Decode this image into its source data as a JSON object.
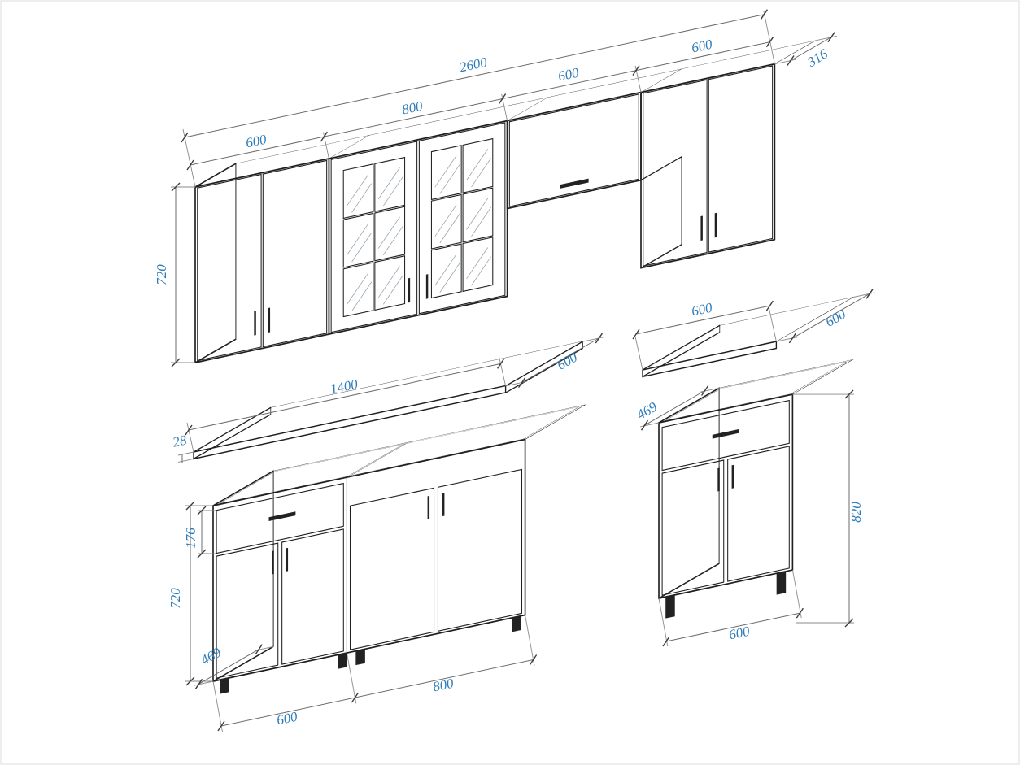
{
  "diagram": {
    "type": "kitchen-cabinet-set-technical-drawing",
    "units": "mm",
    "wall": {
      "total": "2600",
      "sections": [
        "600",
        "800",
        "600",
        "600"
      ],
      "depth": "316",
      "height": "720"
    },
    "base": {
      "top_length": "1400",
      "top_depth": "600",
      "top_thickness": "28",
      "height": "720",
      "drawer": "176",
      "depth": "469",
      "sections": [
        "600",
        "800"
      ]
    },
    "single": {
      "top_width": "600",
      "top_depth": "600",
      "depth": "469",
      "height": "820",
      "width": "600"
    }
  },
  "colors": {
    "outline": "#1f1f1f",
    "dim_line": "#6b6b6b",
    "dim_text": "#2e7cb8",
    "glass_hatch": "#98a2aa",
    "background": "#ffffff"
  }
}
